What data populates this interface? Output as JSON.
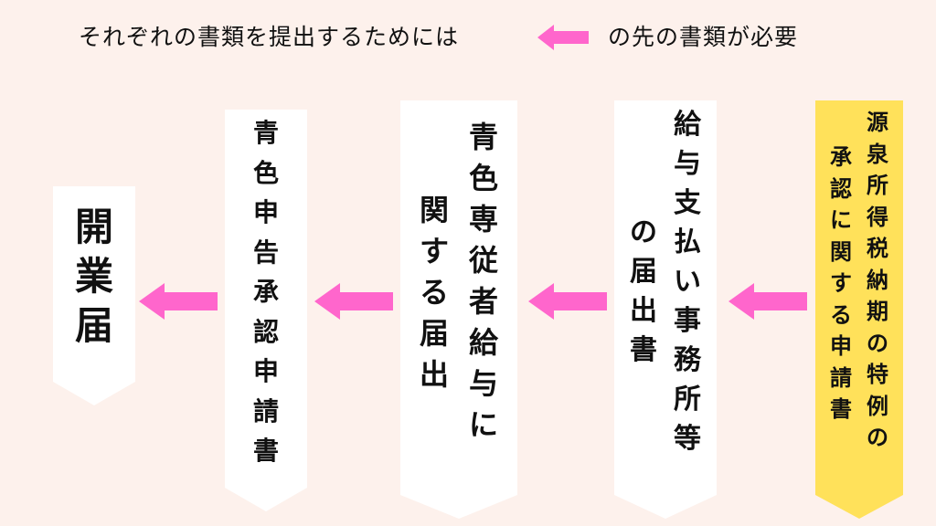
{
  "header": {
    "pre": "それぞれの書類を提出するためには",
    "post": "の先の書類が必要"
  },
  "colors": {
    "background": "#fdf1ec",
    "card": "#ffffff",
    "highlight": "#ffe15a",
    "arrow": "#ff66cc",
    "text": "#111111"
  },
  "documents": {
    "kaigyo": {
      "cols": [
        "開業届"
      ]
    },
    "aoiro_shinkoku": {
      "cols": [
        "青色申告承認申請書"
      ]
    },
    "senjusha": {
      "cols": [
        "青色専従者給与に",
        "関する届出"
      ]
    },
    "kyuyo_shiharai": {
      "cols": [
        "給与支払い事務所等",
        "の届出書"
      ]
    },
    "gensen_tokurei": {
      "cols": [
        "源泉所得税納期の特例の",
        "承認に関する申請書"
      ]
    }
  }
}
